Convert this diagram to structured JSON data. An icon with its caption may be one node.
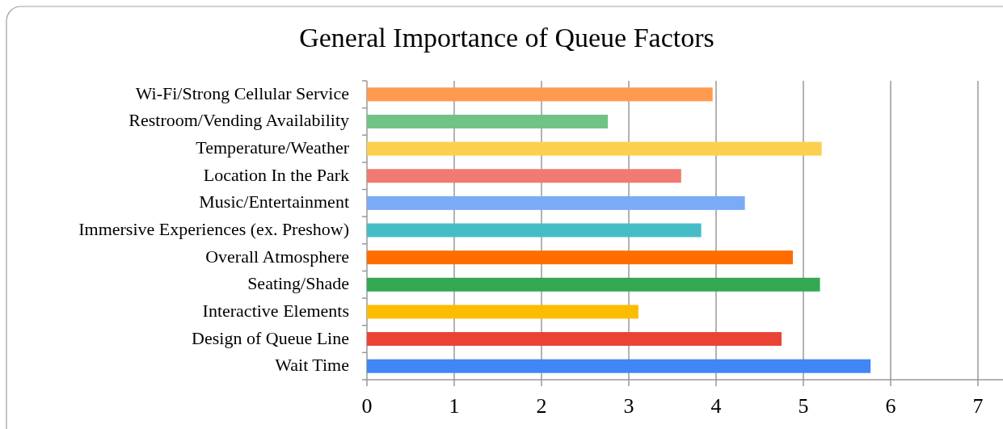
{
  "diagram": {
    "title": "General Importance of Queue Factors",
    "chart_data": {
      "type": "bar",
      "orientation": "horizontal",
      "grid": true,
      "categories": [
        "Wi-Fi/Strong Cellular Service",
        "Restroom/Vending Availability",
        "Temperature/Weather",
        "Location In the Park",
        "Music/Entertainment",
        "Immersive Experiences (ex. Preshow)",
        "Overall Atmosphere",
        "Seating/Shade",
        "Interactive Elements",
        "Design of Queue Line",
        "Wait Time"
      ],
      "series": [
        {
          "color": [
            "#ff994d",
            "#71c287",
            "#fcd04f",
            "#f07b72",
            "#7baaf7",
            "#46bdc6",
            "#ff6d01",
            "#34a853",
            "#fbbc04",
            "#ea4335",
            "#4285f4"
          ],
          "values": [
            3.96,
            2.76,
            5.21,
            3.6,
            4.33,
            3.83,
            4.88,
            5.19,
            3.11,
            4.75,
            5.77
          ]
        }
      ],
      "xlim": [
        0,
        7
      ],
      "xticks": [
        0,
        1,
        2,
        3,
        4,
        5,
        6,
        7
      ]
    }
  }
}
